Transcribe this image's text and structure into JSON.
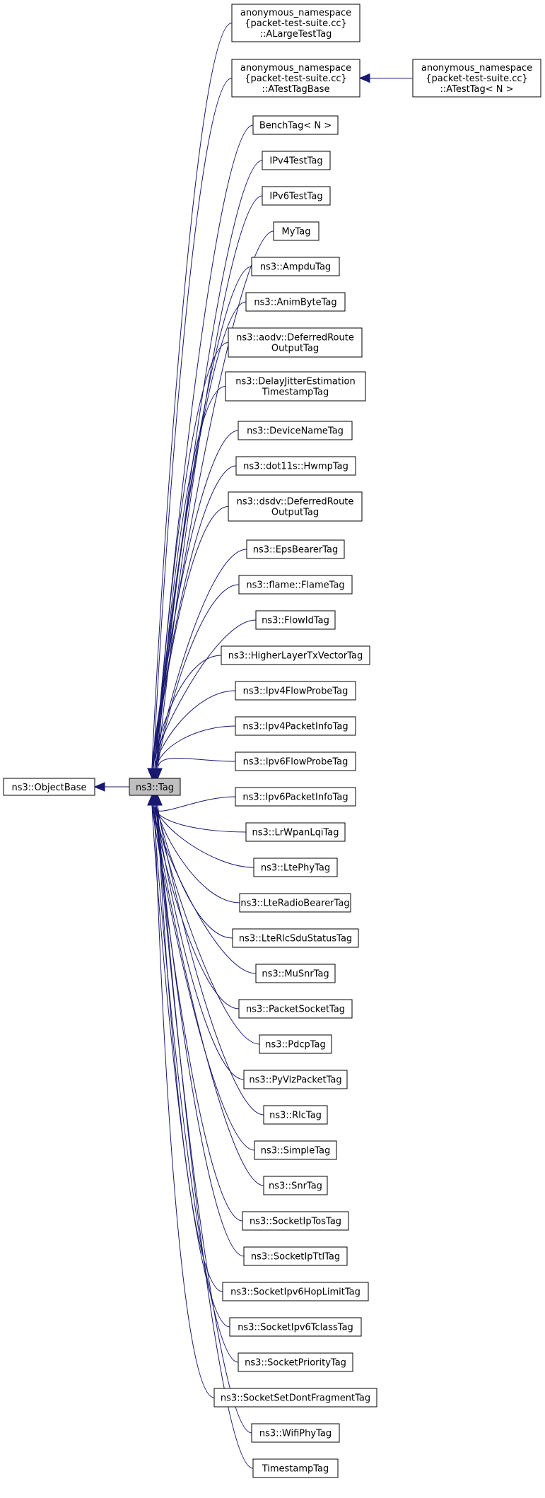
{
  "base": {
    "label": "ns3::ObjectBase"
  },
  "center": {
    "label": "ns3::Tag"
  },
  "children": [
    {
      "id": "c0",
      "lines": [
        "anonymous_namespace",
        "{packet-test-suite.cc}",
        "::ALargeTestTag"
      ]
    },
    {
      "id": "c1",
      "lines": [
        "anonymous_namespace",
        "{packet-test-suite.cc}",
        "::ATestTagBase"
      ]
    },
    {
      "id": "c2",
      "lines": [
        "BenchTag< N >"
      ]
    },
    {
      "id": "c3",
      "lines": [
        "IPv4TestTag"
      ]
    },
    {
      "id": "c4",
      "lines": [
        "IPv6TestTag"
      ]
    },
    {
      "id": "c5",
      "lines": [
        "MyTag"
      ]
    },
    {
      "id": "c6",
      "lines": [
        "ns3::AmpduTag"
      ]
    },
    {
      "id": "c7",
      "lines": [
        "ns3::AnimByteTag"
      ]
    },
    {
      "id": "c8",
      "lines": [
        "ns3::aodv::DeferredRoute",
        "OutputTag"
      ]
    },
    {
      "id": "c9",
      "lines": [
        "ns3::DelayJitterEstimation",
        "TimestampTag"
      ]
    },
    {
      "id": "c10",
      "lines": [
        "ns3::DeviceNameTag"
      ]
    },
    {
      "id": "c11",
      "lines": [
        "ns3::dot11s::HwmpTag"
      ]
    },
    {
      "id": "c12",
      "lines": [
        "ns3::dsdv::DeferredRoute",
        "OutputTag"
      ]
    },
    {
      "id": "c13",
      "lines": [
        "ns3::EpsBearerTag"
      ]
    },
    {
      "id": "c14",
      "lines": [
        "ns3::flame::FlameTag"
      ]
    },
    {
      "id": "c15",
      "lines": [
        "ns3::FlowIdTag"
      ]
    },
    {
      "id": "c16",
      "lines": [
        "ns3::HigherLayerTxVectorTag"
      ]
    },
    {
      "id": "c17",
      "lines": [
        "ns3::Ipv4FlowProbeTag"
      ]
    },
    {
      "id": "c18",
      "lines": [
        "ns3::Ipv4PacketInfoTag"
      ]
    },
    {
      "id": "c19",
      "lines": [
        "ns3::Ipv6FlowProbeTag"
      ]
    },
    {
      "id": "c20",
      "lines": [
        "ns3::Ipv6PacketInfoTag"
      ]
    },
    {
      "id": "c21",
      "lines": [
        "ns3::LrWpanLqiTag"
      ]
    },
    {
      "id": "c22",
      "lines": [
        "ns3::LtePhyTag"
      ]
    },
    {
      "id": "c23",
      "lines": [
        "ns3::LteRadioBearerTag"
      ]
    },
    {
      "id": "c24",
      "lines": [
        "ns3::LteRlcSduStatusTag"
      ]
    },
    {
      "id": "c25",
      "lines": [
        "ns3::MuSnrTag"
      ]
    },
    {
      "id": "c26",
      "lines": [
        "ns3::PacketSocketTag"
      ]
    },
    {
      "id": "c27",
      "lines": [
        "ns3::PdcpTag"
      ]
    },
    {
      "id": "c28",
      "lines": [
        "ns3::PyVizPacketTag"
      ]
    },
    {
      "id": "c29",
      "lines": [
        "ns3::RlcTag"
      ]
    },
    {
      "id": "c30",
      "lines": [
        "ns3::SimpleTag"
      ]
    },
    {
      "id": "c31",
      "lines": [
        "ns3::SnrTag"
      ]
    },
    {
      "id": "c32",
      "lines": [
        "ns3::SocketIpTosTag"
      ]
    },
    {
      "id": "c33",
      "lines": [
        "ns3::SocketIpTtlTag"
      ]
    },
    {
      "id": "c34",
      "lines": [
        "ns3::SocketIpv6HopLimitTag"
      ]
    },
    {
      "id": "c35",
      "lines": [
        "ns3::SocketIpv6TclassTag"
      ]
    },
    {
      "id": "c36",
      "lines": [
        "ns3::SocketPriorityTag"
      ]
    },
    {
      "id": "c37",
      "lines": [
        "ns3::SocketSetDontFragmentTag"
      ]
    },
    {
      "id": "c38",
      "lines": [
        "ns3::WifiPhyTag"
      ]
    },
    {
      "id": "c39",
      "lines": [
        "TimestampTag"
      ]
    }
  ],
  "grandchild": {
    "parent": "c1",
    "lines": [
      "anonymous_namespace",
      "{packet-test-suite.cc}",
      "::ATestTag< N >"
    ]
  },
  "colors": {
    "edge": "#191970",
    "center_fill": "#bfbfbf",
    "border": "#000000",
    "background": "#ffffff"
  }
}
